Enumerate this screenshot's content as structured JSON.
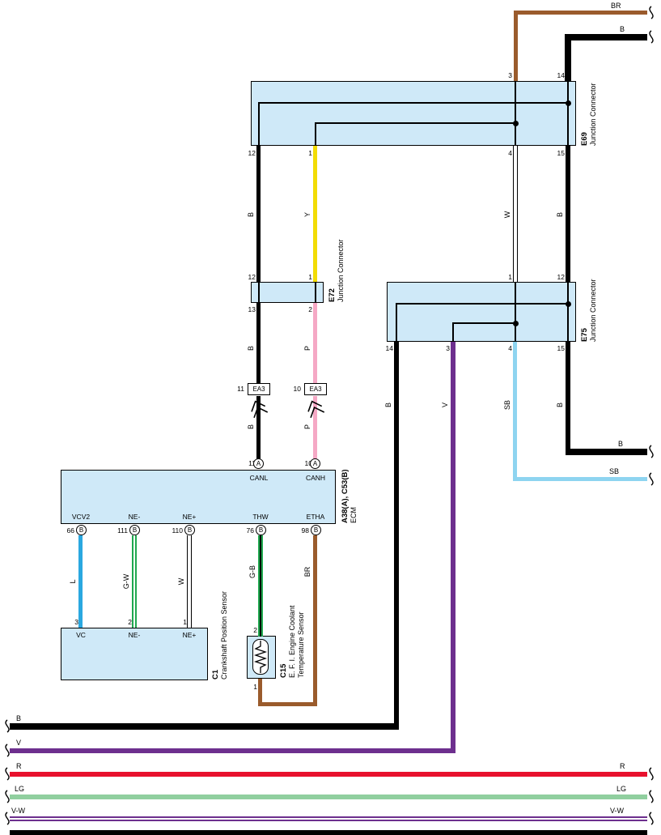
{
  "e69": {
    "code": "E69",
    "name": "Junction Connector",
    "top_pins": {
      "p3": "3",
      "p14": "14"
    },
    "bottom_pins": {
      "p12": "12",
      "p1": "1",
      "p4": "4",
      "p15": "15"
    }
  },
  "e72": {
    "code": "E72",
    "name": "Junction Connector",
    "top_pins": {
      "p12": "12",
      "p1": "1"
    },
    "bottom_pins": {
      "p13": "13",
      "p2": "2"
    }
  },
  "e75": {
    "code": "E75",
    "name": "Junction Connector",
    "top_pins": {
      "p1": "1",
      "p12": "12"
    },
    "bottom_pins": {
      "p14": "14",
      "p3": "3",
      "p4": "4",
      "p15": "15"
    }
  },
  "ecm": {
    "code": "A38(A), C53(B)",
    "name": "ECM",
    "pin11": "11",
    "pin10": "10",
    "conn_a": "A",
    "canl": "CANL",
    "canh": "CANH",
    "bottom": [
      {
        "num": "66",
        "circ": "B",
        "label": "VCV2"
      },
      {
        "num": "111",
        "circ": "B",
        "label": "NE-"
      },
      {
        "num": "110",
        "circ": "B",
        "label": "NE+"
      },
      {
        "num": "76",
        "circ": "B",
        "label": "THW"
      },
      {
        "num": "98",
        "circ": "B",
        "label": "ETHA"
      }
    ]
  },
  "ea3": {
    "left": {
      "pin": "11",
      "label": "EA3"
    },
    "right": {
      "pin": "10",
      "label": "EA3"
    }
  },
  "c1": {
    "code": "C1",
    "name": "Crankshaft Position Sensor",
    "pins": [
      {
        "num": "3",
        "label": "VC"
      },
      {
        "num": "2",
        "label": "NE-"
      },
      {
        "num": "1",
        "label": "NE+"
      }
    ]
  },
  "c15": {
    "code": "C15",
    "name_line1": "E. F. I. Engine Coolant",
    "name_line2": "Temperature Sensor",
    "pin_top": "2",
    "pin_bottom": "1"
  },
  "wire_labels": {
    "b1": "B",
    "y": "Y",
    "w1": "W",
    "b2": "B",
    "b3": "B",
    "p1": "P",
    "b4": "B",
    "p2": "P",
    "b5": "B",
    "v1": "V",
    "sb1": "SB",
    "b6": "B",
    "l": "L",
    "gw": "G-W",
    "w2": "W",
    "gb": "G-B",
    "br1": "BR"
  },
  "offpage_labels": {
    "br_top": "BR",
    "b_top": "B",
    "b_mid": "B",
    "sb_mid": "SB",
    "b_bottom": "B",
    "v_bottom": "V",
    "r_left": "R",
    "r_right": "R",
    "lg_left": "LG",
    "lg_right": "LG",
    "vw_left": "V-W",
    "vw_right": "V-W"
  },
  "colors": {
    "connector_fill": "#cfe9f8",
    "black": "#000000",
    "brown": "#9a5b2c",
    "yellow": "#f2dc05",
    "pink": "#f5a8c5",
    "sky_blue": "#8ed4f0",
    "violet": "#6d2f8e",
    "blue": "#2aa8e0",
    "green": "#1fa84f",
    "red": "#e8112d",
    "light_green": "#90cf9f",
    "white": "#ffffff"
  }
}
